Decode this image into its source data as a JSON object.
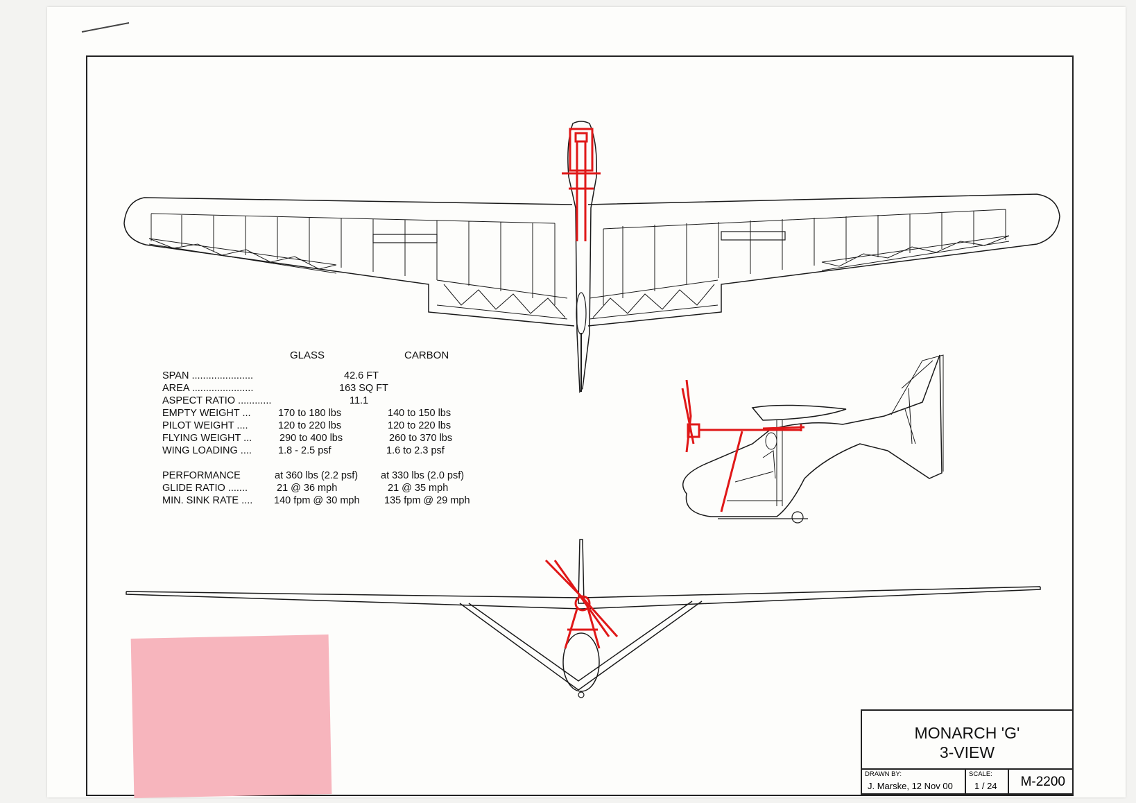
{
  "specs": {
    "col_glass": "GLASS",
    "col_carbon": "CARBON",
    "rows": [
      {
        "label": "SPAN ......................",
        "glass": "42.6 FT",
        "carbon": ""
      },
      {
        "label": "AREA ......................",
        "glass": "163  SQ FT",
        "carbon": ""
      },
      {
        "label": "ASPECT RATIO  ............",
        "glass": "11.1",
        "carbon": ""
      },
      {
        "label": "EMPTY WEIGHT ...",
        "glass": "170 to 180 lbs",
        "carbon": "140 to 150 lbs"
      },
      {
        "label": "PILOT WEIGHT ....",
        "glass": "120 to 220 lbs",
        "carbon": "120 to 220 lbs"
      },
      {
        "label": "FLYING WEIGHT ...",
        "glass": "290 to 400 lbs",
        "carbon": "260 to 370 lbs"
      },
      {
        "label": "WING LOADING ....",
        "glass": "1.8 - 2.5 psf",
        "carbon": "1.6 to 2.3 psf"
      },
      {
        "label": "PERFORMANCE",
        "glass": "at 360 lbs (2.2 psf)",
        "carbon": "at 330 lbs (2.0 psf)"
      },
      {
        "label": "GLIDE RATIO .......",
        "glass": "21  @ 36 mph",
        "carbon": "21  @  35 mph"
      },
      {
        "label": "MIN. SINK RATE ....",
        "glass": "140 fpm @ 30 mph",
        "carbon": "135 fpm @ 29 mph"
      }
    ]
  },
  "title_block": {
    "title_line1": "MONARCH 'G'",
    "title_line2": "3-VIEW",
    "drawn_by_label": "DRAWN BY:",
    "drawn_by_value": "J. Marske,  12 Nov 00",
    "scale_label": "SCALE:",
    "scale_value": "1 / 24",
    "drawing_number": "M-2200"
  },
  "colors": {
    "line": "#1a1a1a",
    "markup": "#e01818",
    "sticky_note": "#f7b5bd"
  }
}
